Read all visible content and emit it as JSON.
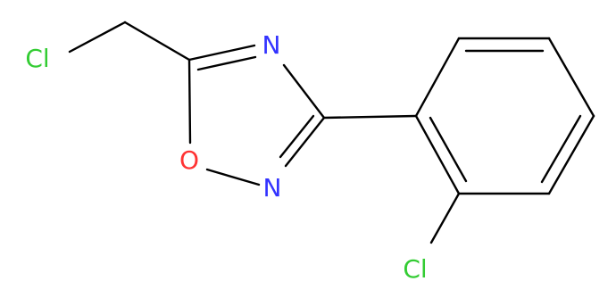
{
  "molecule": {
    "atoms": [
      {
        "id": "cl_methyl",
        "label": "Cl",
        "color": "#33cc33"
      },
      {
        "id": "n4",
        "label": "N",
        "color": "#3333ff"
      },
      {
        "id": "o1",
        "label": "O",
        "color": "#ff3333"
      },
      {
        "id": "n2",
        "label": "N",
        "color": "#3333ff"
      },
      {
        "id": "cl_aryl",
        "label": "Cl",
        "color": "#33cc33"
      }
    ],
    "bond_color": "#000000"
  }
}
